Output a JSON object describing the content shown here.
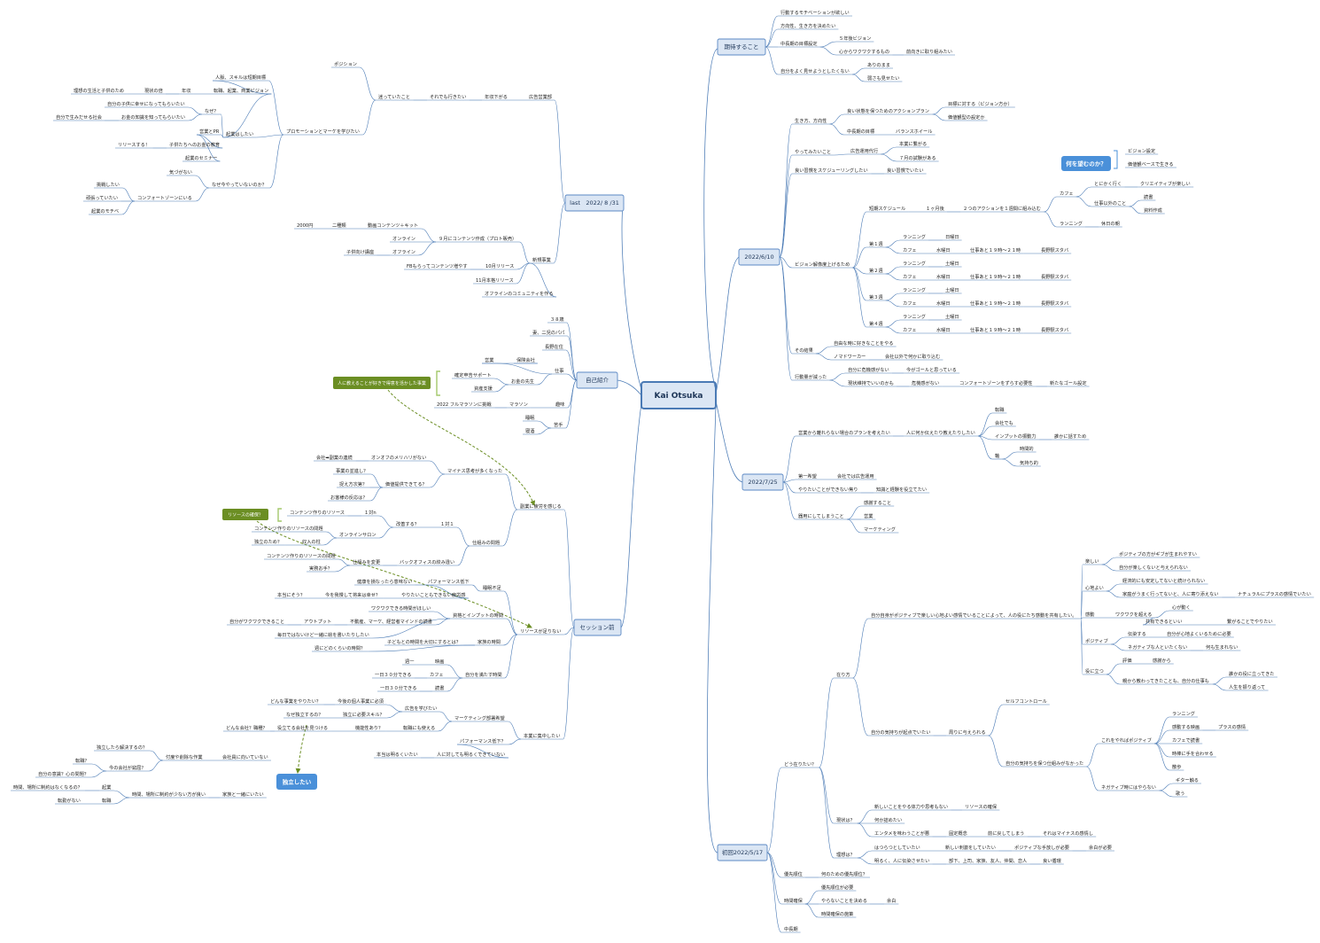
{
  "center": "Kai Otsuka",
  "colors": {
    "line": "#4a7ab5",
    "main_fill": "#dbe6f4",
    "callout_green": "#6b8e23",
    "callout_blue": "#4a90d9",
    "relation": "#6b8e23"
  },
  "main": {
    "expect": "期待すること",
    "d0610": "2022/6/10",
    "d0725": "2022/7/25",
    "d0517": "初回2022/5/17",
    "last": "last　2022/ 8 /31",
    "self": "自己紹介",
    "session": "セッション前"
  },
  "callouts": {
    "what_stop": "何を望むのか？",
    "teach": "人に教えることが好きで得意を活かした事業",
    "resource_problem": "リソースの確保？",
    "independent": "独立したい"
  },
  "nodes": {
    "e1": "行動するモチベーションが欲しい",
    "e2": "方向性、生き方を決めたい",
    "e3": "中長期の目標設定",
    "e3a": "５年後ビジョン",
    "e3b": "心からワクワクするもの",
    "e3c": "前向きに取り組みたい",
    "e4": "自分をよく見せようとしたくない",
    "e4a": "ありのまま",
    "e4b": "弱さも見せたい",
    "j1": "生き方、方向性",
    "j1a": "良い状態を保つためのアクションプラン",
    "j1a1": "目標に対する（ビジョン方か）",
    "j1a2": "価値観型の設定か",
    "j1b": "中長期の目標",
    "j1b1": "バランスホイール",
    "j2": "やってみたいこと",
    "j2a": "広告運用代行",
    "j2b": "本業に繋がる",
    "j2c": "７月の試験がある",
    "j3": "良い習慣をスケジューリングしたい",
    "j3a": "良い習慣でいたい",
    "j4": "ビジョン解像度上げるため",
    "j4a": "短期スケジュール",
    "j4a1": "１ヶ月後",
    "j4a2": "２つのアクションを１週間に組み込む",
    "j4c": "カフェ",
    "j4c1": "とにかく行く",
    "j4c1a": "クリエイティブが楽しい",
    "j4c2": "仕事以外のこと",
    "j4c2a": "読書",
    "j4c2b": "資料作成",
    "j4r": "ランニング",
    "j4r1": "休日の朝",
    "vis1": "ビジョン設定",
    "vis2": "価値観ベースで生きる",
    "w1": "第１週",
    "w2": "第２週",
    "w3": "第３週",
    "w4": "第４週",
    "run": "ランニング",
    "cafe": "カフェ",
    "sat": "土曜日",
    "sun": "日曜日",
    "wed": "水曜日",
    "after": "仕事あと１９時〜２１時",
    "place": "長野駅スタバ",
    "j5": "その結果",
    "j5a": "自由な時に好きなことをやる",
    "j5b": "ノマドワーカー",
    "j5c": "会社以外で何かに取り込む",
    "j6": "行動量が減った",
    "j6a": "自分に危機感がない",
    "j6b": "今がゴールと思っている",
    "j6c": "現状維持でいいのかも",
    "j6d": "危機感がない",
    "j6e": "コンフォートゾーンをずらす必要性",
    "j6f": "新たなゴール設定",
    "k1": "営業から離れらない場合のプランを考えたい",
    "k1a": "人に何か伝えたり教えたりしたい",
    "k1b": "転職",
    "k1c": "会社でも",
    "k1d": "インプットの振動力",
    "k1e": "誰かに話すため",
    "k1f": "軸",
    "k1g": "時間的",
    "k1h": "気持ち的",
    "k2": "第一希望",
    "k2a": "会社では広告運用",
    "k3": "やりたいことができない焦り",
    "k3a": "知識と経験を役立てたい",
    "k4": "器用にしてしまうこと",
    "k4a": "感謝すること",
    "k4b": "営業",
    "k4c": "マーケティング",
    "f0": "どう在りたい？",
    "f1": "在り方",
    "f1a": "自分自身がポジティブで楽しい心地よい感情でいることによって、人の役にたち感動を共有したい。",
    "f1a1": "楽しい",
    "f1a1a": "ポジティブの方がギブが生まれやすい",
    "f1a1b": "自分が楽しくないと与えられない",
    "f1a2": "心地よい",
    "f1a2a": "経済的にも安定してないと続けられない",
    "f1a2b": "家庭がうまく行ってないと、人に寄り添えない",
    "f1a2c": "ナチュラルにプラスの感情でいたい",
    "f1a3": "感動",
    "f1a3a": "ワクワクを超える",
    "f1a3b": "心が動く",
    "f1a3c": "共有できるといい",
    "f1a3d": "繋がることでやりたい",
    "f1a4": "ポジティブ",
    "f1a4a": "伝染する",
    "f1a4b": "自分が心地よくいるために必要",
    "f1a4c": "ネガティブな人といたくない",
    "f1a4d": "何も生まれない",
    "f1a5": "役に立つ",
    "f1a5a": "評価",
    "f1a5b": "感謝から",
    "f1a5c": "親から教わってきたことも、自分の仕事も",
    "f1a5d": "誰かの役に立ってきた",
    "f1a5e": "人生を振り返って",
    "f1b": "自分の気持ちが起点でいたい",
    "f1b1": "周りに与えられる",
    "f1b2": "セルフコントロール",
    "f1b3": "自分の気持ちを保つ仕組みがなかった",
    "f1b4": "これをやればポジティブ",
    "f1b4a": "ランニング",
    "f1b4b": "感動する映画",
    "f1b4b1": "プラスの感情",
    "f1b4c": "カフェで読書",
    "f1b4d": "時棒に手を合わせる",
    "f1b4e": "散歩",
    "f1b5": "ネガティブ時にはやらない",
    "f1b5a": "ギター触る",
    "f1b5b": "歌う",
    "f2": "現状は？",
    "f2a": "新しいことをやる体力や思考もない",
    "f2a1": "リソースの確保",
    "f2b": "何か詰めたい",
    "f2c": "エンタメを味わうことが悪",
    "f2c1": "固定概念",
    "f2c2": "前に戻してしまう",
    "f2c3": "それはマイナスの感情し",
    "f3": "理想は？",
    "f3a": "はつらつとしていたい",
    "f3a1": "新しい刺激をしていたい",
    "f3a2": "ポジティブな手放しが必要",
    "f3a3": "余白が必要",
    "f3b": "明るく、人に伝染させたい",
    "f3b1": "部下、上司、家族、友人、仲間、恋人",
    "f3b2": "良い循環",
    "g1": "優先順位",
    "g1a": "何のための優先順位？",
    "g2": "時間確保",
    "g2a": "優先順位が必要",
    "g2b": "やらないことを決める",
    "g2b1": "余白",
    "g2c": "時間確保の施策",
    "g3": "中長期",
    "L1": "ポジション",
    "L2": "迷っていたこと",
    "L2a": "それでも行きたい",
    "L2b": "年収下がる",
    "L2c": "広告営業部",
    "L3": "人脈、スキルは短期目標",
    "L4": "理想の生活と子供のため",
    "L4a": "現状の倍",
    "L4b": "年収",
    "L5": "転職、起業、商業ビジョン",
    "L6": "自分の子供に幸せになってもらいたい",
    "L7": "自分で生みだせる社会",
    "L7a": "お金の知識を知ってもらいたい",
    "L8": "なぜ？",
    "L9": "営業とPR",
    "L10": "起業はしたい",
    "L11": "プロモーションとマーケを学びたい",
    "L12": "リリースする！",
    "L12a": "子供たちへのお金の教育",
    "L13": "起業のセミナー",
    "L14": "気づがない",
    "L15": "挑戦したい",
    "L16": "頑張っていたい",
    "L17": "起業のモチベ",
    "L18": "コンフォートゾーンにいる",
    "L19": "なぜ今やっていないのか？",
    "L20": "2000円",
    "L20a": "二種類",
    "L20b": "動画コンテンツ＋キット",
    "L21": "オンライン",
    "L22": "オフライン",
    "L22a": "子供向け講座",
    "L23": "９月にコンテンツ作成（プロト販売）",
    "L24": "FBもらってコンテンツ増やす",
    "L24a": "10月リリース",
    "L25": "11月本格リリース",
    "L26": "新規事業",
    "L27": "オフラインのコミュニティを作る",
    "s1": "３８歳",
    "s2": "妻、二児のパパ",
    "s3": "長野在住",
    "s4": "営業",
    "s4a": "保険会社",
    "s5": "確定申告サポート",
    "s6": "お金の先生",
    "s7": "資産支援",
    "s8": "仕事",
    "s9": "2022 フルマラソンに挑戦",
    "s9a": "マラソン",
    "s9b": "趣味",
    "s10": "睡眠",
    "s11": "寝酒",
    "s12": "苦手",
    "p1": "会社➡副業の連続",
    "p1a": "オンオフのメリハリがない",
    "p2": "事業の並進し？",
    "p3": "捉え方次第？",
    "p3a": "価値提供できてる？",
    "p4": "お客様の反応は？",
    "p5": "マイナス思考が多くなった",
    "p6": "副業に疲労を感じる",
    "p7": "コンテンツ作りのリソース",
    "p7a": "１対n",
    "p8": "コンテンツ作りのリソースの問題",
    "p8a": "オンラインサロン",
    "p8b": "改善する？",
    "p8c": "１対１",
    "p9": "独立のため？",
    "p9a": "収入の柱",
    "p10": "コンテンツ作りのリソースの問題",
    "p11": "実務お手？",
    "p11a": "仕組みを変更",
    "p11b": "バックオフィスの絞み違い",
    "p12": "仕組みの問題",
    "p13": "健康を損なったら意味ない",
    "p13a": "パフォーマンス低下",
    "p13b": "睡眠不足",
    "p14": "本当にそう？",
    "p14a": "今を我慢して将来は幸せ？",
    "p14b": "やりたいこともできない疲労感",
    "p15": "ワクワクできる時間がほしい",
    "p15a": "資格とインプットの時間",
    "p16": "自分がワクワクできること",
    "p16a": "アウトプット",
    "p16b": "不動産、マーケ、経営者マインドの読書",
    "p17": "毎日ではないけど一緒に絵を書いたりしたい",
    "p18": "子どもとの時間を大切にするとは？",
    "p18a": "家族の時間",
    "p19": "週にどのくらいの時間？",
    "p20": "リソースが足りない",
    "p21": "週一",
    "p21a": "映画",
    "p22": "一日３０分できる",
    "p22a": "カフェ",
    "p23": "一日３０分できる",
    "p23a": "読書",
    "p24": "自分を満たす時間",
    "p25": "どんな事業をやりたい？",
    "p25a": "今後の個人事業に必須",
    "p26": "なぜ独立するの？",
    "p26a": "独立に必要スキル？",
    "p26b": "広告を学びたい",
    "p27": "どんな会社？職種？",
    "p27a": "役立てる会社を見つける",
    "p27b": "機能性あり？",
    "p27c": "転職にも使える",
    "p28": "マーケティング部署希望",
    "p29": "パフォーマンス低下？",
    "p30": "本当は明るくいたい",
    "p30a": "人に対しても明るくできていない",
    "p31": "本業に集中したい",
    "q1": "独立したら解決するの？",
    "q2": "転職？",
    "q3": "今の会社が窮屈？",
    "q3a": "付度や削除な作業",
    "q3b": "会社員に向いていない",
    "q4": "自分の意識？心の問題？",
    "q5": "時間、場所に制約はなくなるの？",
    "q5a": "起業",
    "q6": "転勤がない",
    "q6a": "転職",
    "q6b": "時間、場所に制約が少ない方が良い",
    "q6c": "家族と一緒にいたい"
  }
}
